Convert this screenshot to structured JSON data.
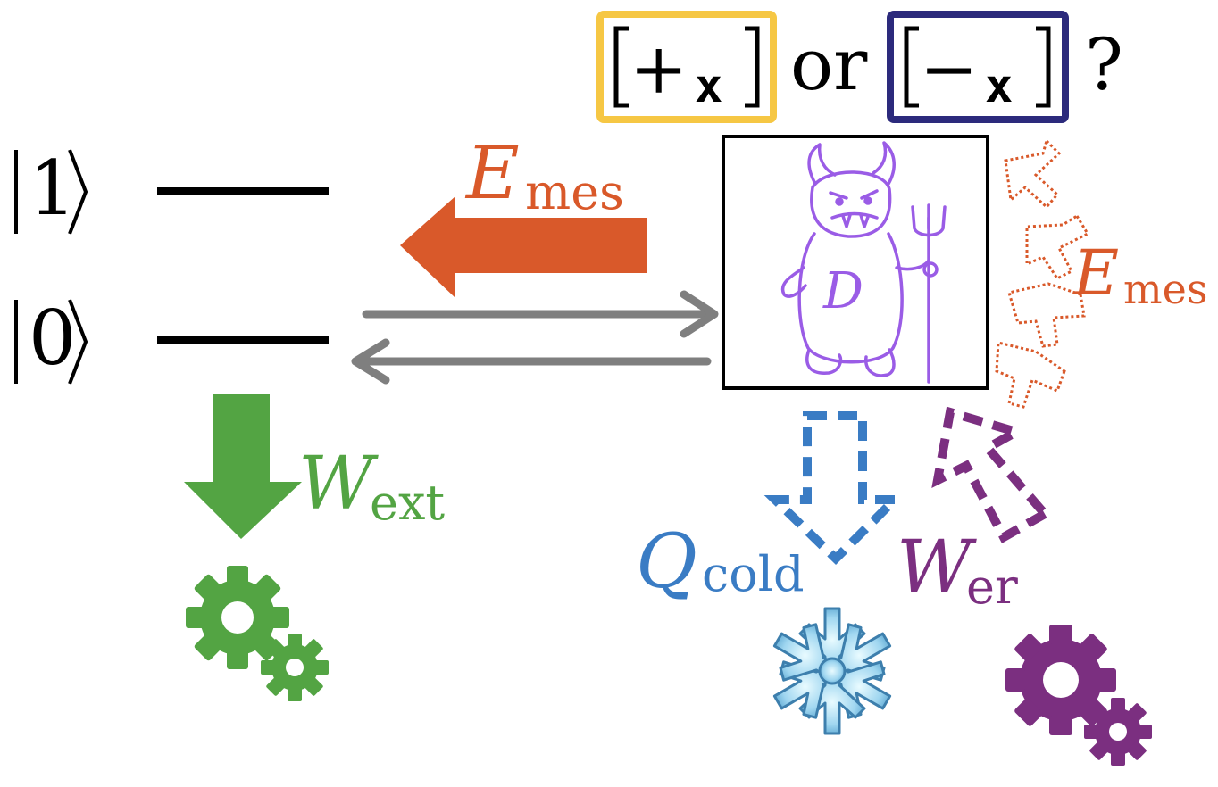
{
  "question": {
    "plus_sign": "+",
    "plus_sub": "x",
    "or_text": "or",
    "minus_sign": "−",
    "minus_sub": "x",
    "question_mark": "?",
    "plus_box_color": "#f6c744",
    "minus_box_color": "#2c2a7c"
  },
  "levels": {
    "upper": {
      "state": "1"
    },
    "lower": {
      "state": "0"
    }
  },
  "energy_measure_main": {
    "symbol": "E",
    "subscript": "mes",
    "color": "#d9592a"
  },
  "energy_measure_side": {
    "symbol": "E",
    "subscript": "mes",
    "color": "#d9592a"
  },
  "work_extracted": {
    "symbol": "W",
    "subscript": "ext",
    "color": "#53a443"
  },
  "heat_cold": {
    "symbol": "Q",
    "subscript": "cold",
    "color": "#3a7cc4"
  },
  "work_erasure": {
    "symbol": "W",
    "subscript": "er",
    "color": "#7b2f80"
  },
  "demon": {
    "letter": "D",
    "color": "#9a5ce6"
  },
  "icons": {
    "gears_left": "gears-icon",
    "gears_right": "gears-icon",
    "snowflake": "snowflake-icon",
    "demon": "demon-icon"
  },
  "colors": {
    "link_arrows": "#7f7f7f",
    "level_lines": "#000000"
  }
}
